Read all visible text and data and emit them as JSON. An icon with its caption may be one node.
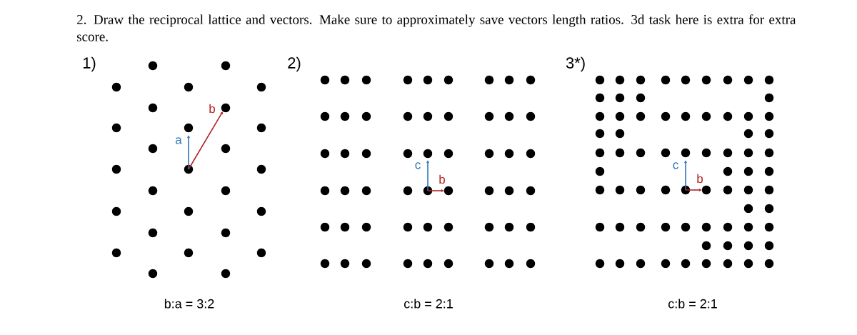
{
  "diagram": {
    "title": "2. Draw the reciprocal lattice and vectors. Make sure to approximately save vectors length ratios. 3d task here is extra for extra score.",
    "labels": [
      "1)",
      "b",
      "a",
      "b:a = 3:2",
      "2)",
      "c",
      "b",
      "c:b = 2:1",
      "3*)",
      "c",
      "b",
      "c:b = 2:1"
    ]
  }
}
